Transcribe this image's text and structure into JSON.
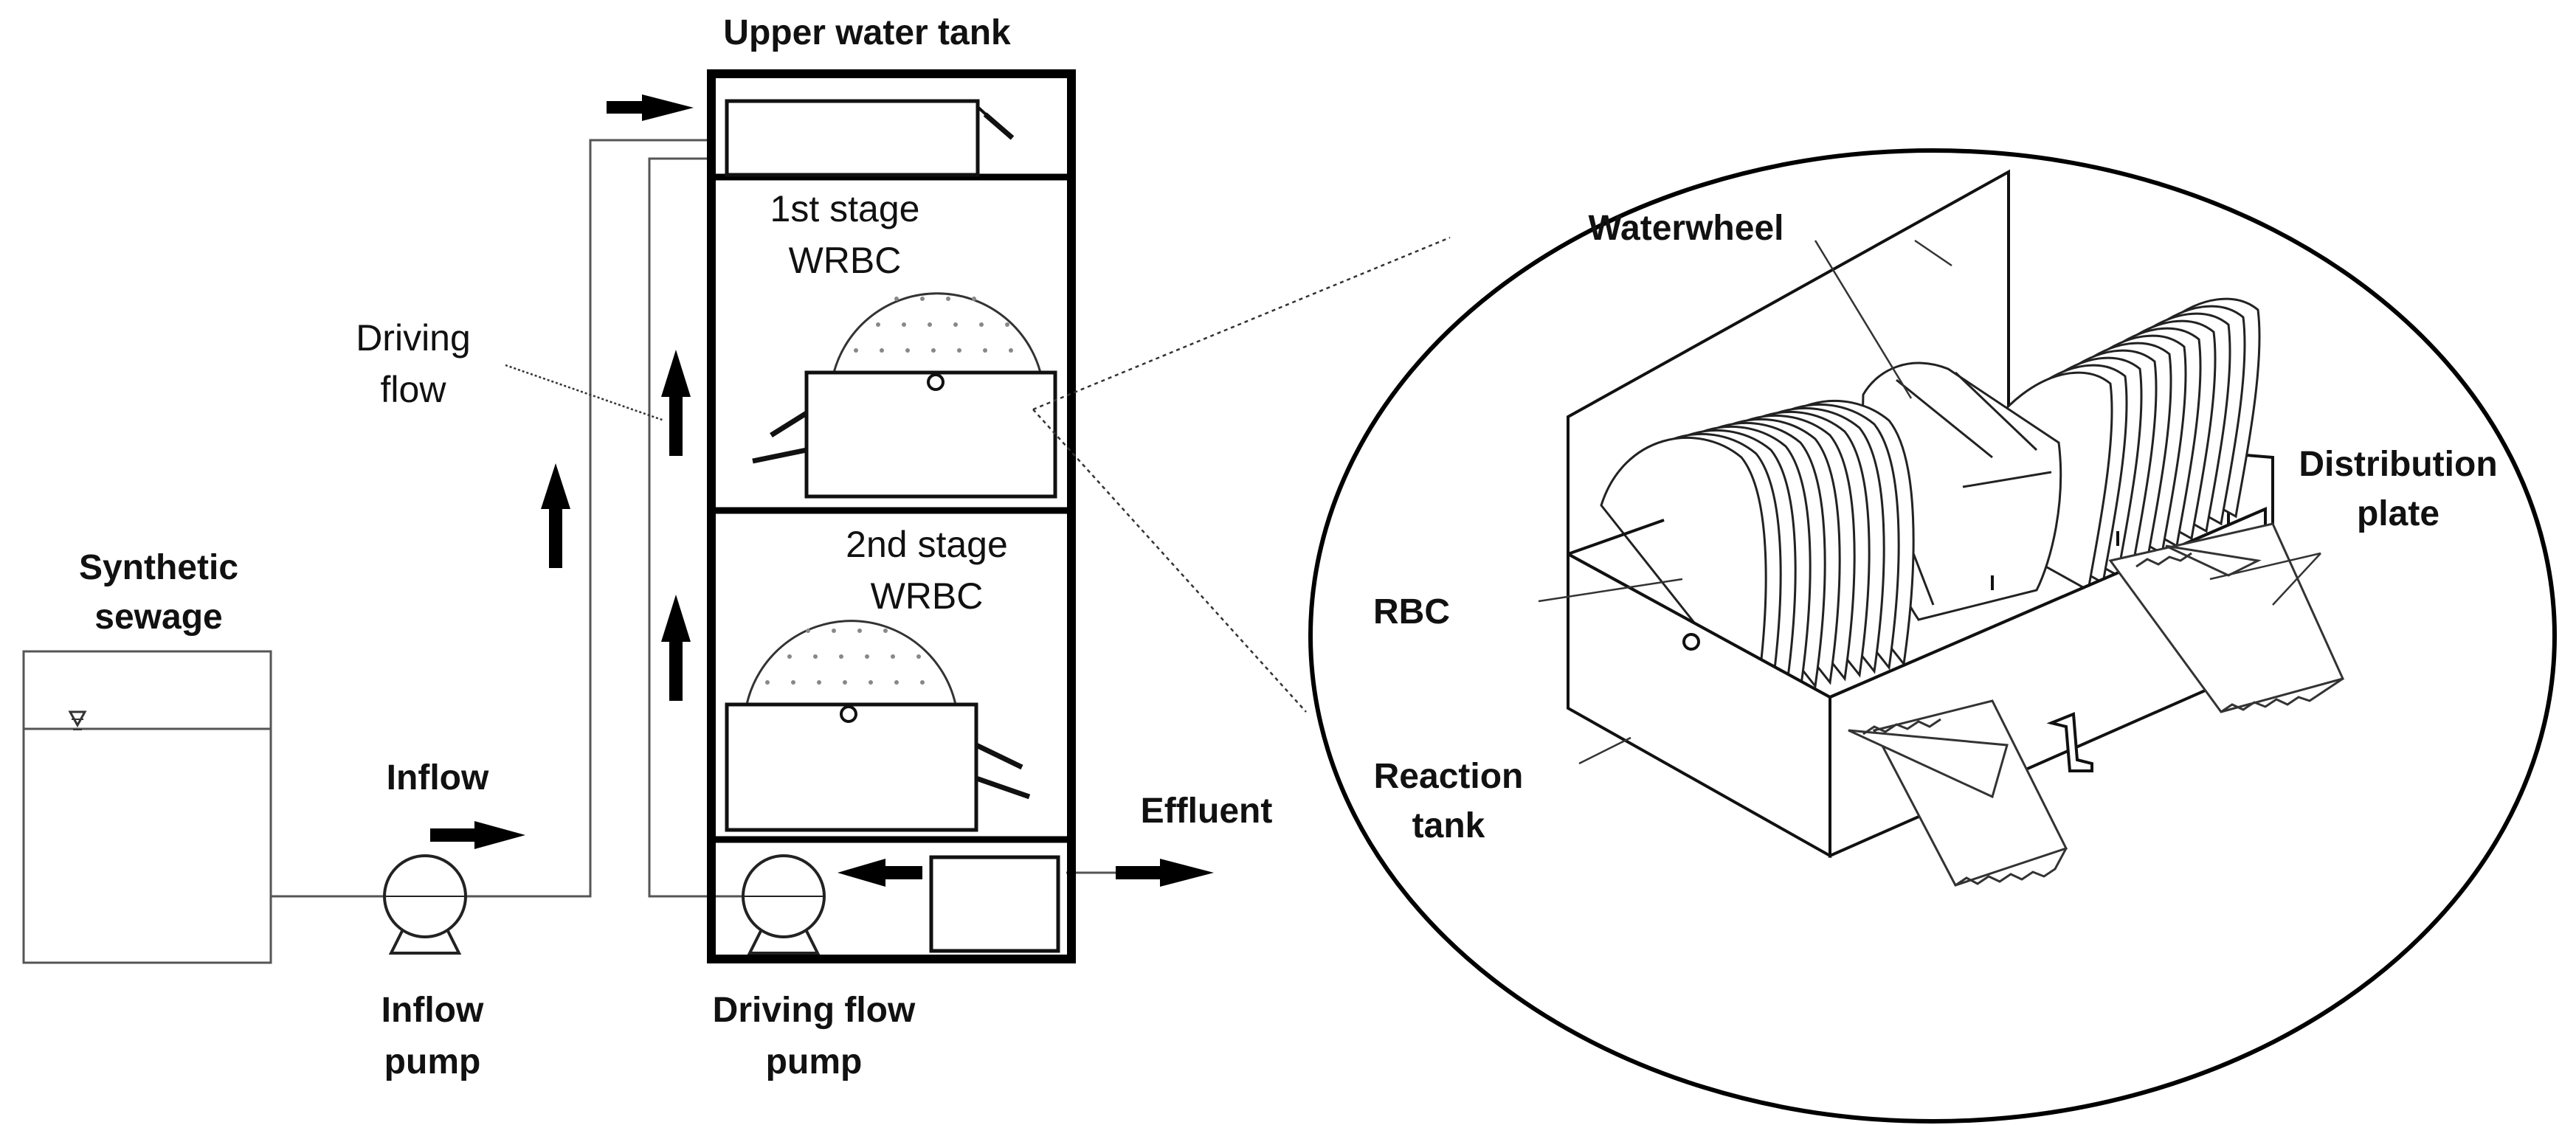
{
  "labels": {
    "upper_water_tank": "Upper water tank",
    "stage1_line1": "1st stage",
    "stage1_line2": "WRBC",
    "stage2_line1": "2nd stage",
    "stage2_line2": "WRBC",
    "driving_flow_line1": "Driving",
    "driving_flow_line2": "flow",
    "synthetic_sewage_line1": "Synthetic",
    "synthetic_sewage_line2": "sewage",
    "inflow": "Inflow",
    "inflow_pump_line1": "Inflow",
    "inflow_pump_line2": "pump",
    "driving_flow_pump_line1": "Driving flow",
    "driving_flow_pump_line2": "pump",
    "effluent": "Effluent",
    "waterwheel": "Waterwheel",
    "distribution_plate_line1": "Distribution",
    "distribution_plate_line2": "plate",
    "rbc": "RBC",
    "reaction_tank_line1": "Reaction",
    "reaction_tank_line2": "tank"
  },
  "colors": {
    "line": "#111111",
    "background": "#ffffff"
  }
}
